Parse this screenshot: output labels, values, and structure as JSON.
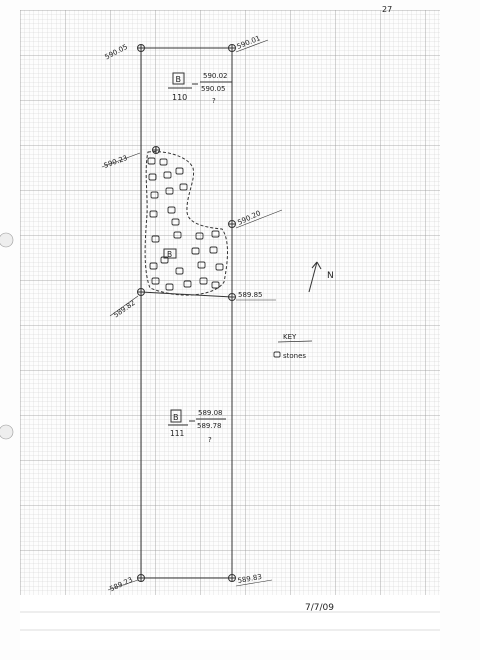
{
  "page_number": "27",
  "date": "7/7/09",
  "points": {
    "top_left": "590.05",
    "top_right": "590.01",
    "upper_left": "590.23",
    "mid_right": "590.20",
    "mid_left": "589.82",
    "mid_right_lower": "589.85",
    "bottom_left": "589.23",
    "bottom_right": "589.83"
  },
  "upper_note": {
    "square_label": "B",
    "denominator": "110",
    "value_top": "590.02",
    "value_bottom": "590.05",
    "query": "?"
  },
  "lower_note": {
    "square_label": "B",
    "denominator": "111",
    "value_top": "589.08",
    "value_bottom": "589.78",
    "query": "?"
  },
  "feature_label": "B",
  "north_label": "N",
  "key": {
    "title": "KEY",
    "item": "stones"
  }
}
